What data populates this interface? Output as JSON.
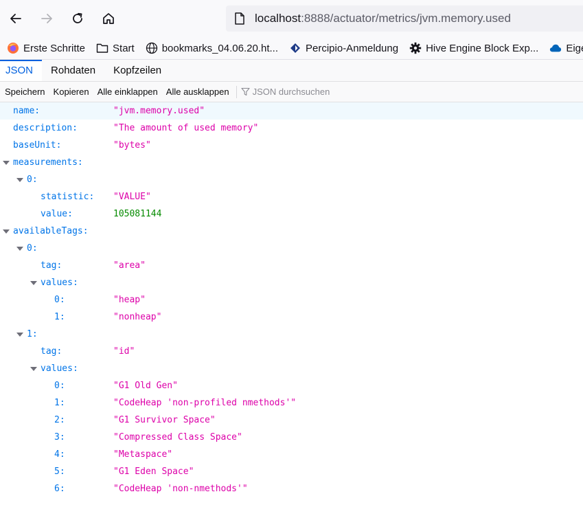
{
  "browser": {
    "url_host": "localhost",
    "url_rest": ":8888/actuator/metrics/jvm.memory.used"
  },
  "bookmarks": [
    {
      "label": "Erste Schritte",
      "icon": "firefox-icon"
    },
    {
      "label": "Start",
      "icon": "folder-icon"
    },
    {
      "label": "bookmarks_04.06.20.ht...",
      "icon": "globe-icon"
    },
    {
      "label": "Percipio-Anmeldung",
      "icon": "percipio-icon"
    },
    {
      "label": "Hive Engine Block Exp...",
      "icon": "gear-icon"
    },
    {
      "label": "Eigene",
      "icon": "cloud-icon"
    }
  ],
  "viewer_tabs": [
    "JSON",
    "Rohdaten",
    "Kopfzeilen"
  ],
  "toolbar": {
    "save": "Speichern",
    "copy": "Kopieren",
    "collapse_all": "Alle einklappen",
    "expand_all": "Alle ausklappen",
    "filter_placeholder": "JSON durchsuchen"
  },
  "json": {
    "name_key": "name:",
    "name_val": "\"jvm.memory.used\"",
    "description_key": "description:",
    "description_val": "\"The amount of used memory\"",
    "baseUnit_key": "baseUnit:",
    "baseUnit_val": "\"bytes\"",
    "measurements_key": "measurements:",
    "m0_key": "0:",
    "statistic_key": "statistic:",
    "statistic_val": "\"VALUE\"",
    "value_key": "value:",
    "value_val": "105081144",
    "availableTags_key": "availableTags:",
    "t0_key": "0:",
    "t0_tag_key": "tag:",
    "t0_tag_val": "\"area\"",
    "t0_values_key": "values:",
    "t0_values": [
      {
        "k": "0:",
        "v": "\"heap\""
      },
      {
        "k": "1:",
        "v": "\"nonheap\""
      }
    ],
    "t1_key": "1:",
    "t1_tag_key": "tag:",
    "t1_tag_val": "\"id\"",
    "t1_values_key": "values:",
    "t1_values": [
      {
        "k": "0:",
        "v": "\"G1 Old Gen\""
      },
      {
        "k": "1:",
        "v": "\"CodeHeap 'non-profiled nmethods'\""
      },
      {
        "k": "2:",
        "v": "\"G1 Survivor Space\""
      },
      {
        "k": "3:",
        "v": "\"Compressed Class Space\""
      },
      {
        "k": "4:",
        "v": "\"Metaspace\""
      },
      {
        "k": "5:",
        "v": "\"G1 Eden Space\""
      },
      {
        "k": "6:",
        "v": "\"CodeHeap 'non-nmethods'\""
      }
    ]
  },
  "colors": {
    "key": "#0074e8",
    "string": "#dd00a9",
    "number": "#058b00",
    "accent": "#0060df"
  }
}
